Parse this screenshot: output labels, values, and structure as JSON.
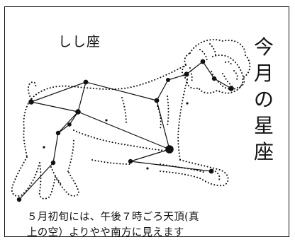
{
  "heading": {
    "chars": [
      "今",
      "月",
      "の",
      "星",
      "座"
    ]
  },
  "constellation": {
    "name": "しし座",
    "stars": [
      {
        "id": "s1"
      },
      {
        "id": "s2"
      },
      {
        "id": "s3"
      },
      {
        "id": "s4"
      },
      {
        "id": "s5"
      },
      {
        "id": "s6"
      },
      {
        "id": "s7"
      },
      {
        "id": "s8"
      },
      {
        "id": "s9"
      },
      {
        "id": "s10"
      },
      {
        "id": "s11"
      },
      {
        "id": "s12"
      },
      {
        "id": "s13"
      },
      {
        "id": "s14"
      },
      {
        "id": "s15"
      },
      {
        "id": "s16"
      },
      {
        "id": "s17"
      },
      {
        "id": "s18"
      },
      {
        "id": "s19"
      },
      {
        "id": "s20"
      }
    ]
  },
  "caption": {
    "line1": "５月初旬には、午後７時ごろ天頂(真",
    "line2": "上の空）よりやや南方に見えます"
  },
  "colors": {
    "ink": "#111111",
    "background": "#ffffff"
  }
}
